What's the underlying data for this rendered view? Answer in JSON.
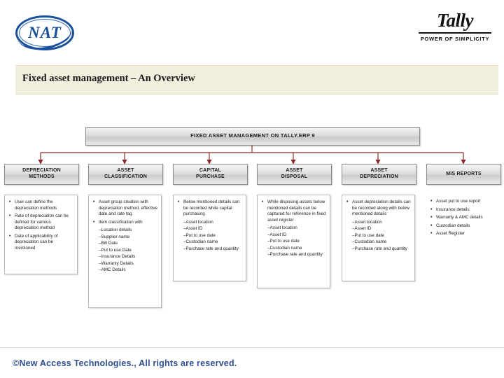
{
  "header": {
    "nat_logo_text": "NAT",
    "tally_logo_text": "Tally",
    "tally_tagline": "POWER OF SIMPLICITY"
  },
  "title": "Fixed asset management – An  Overview",
  "footer": {
    "copyright": "©New Access Technologies., All rights are reserved."
  },
  "chart_data": {
    "type": "diagram",
    "root": "FIXED ASSET MANAGEMENT ON TALLY.ERP 9",
    "columns": [
      {
        "heading": "DEPRECIATION\nMETHODS",
        "items": [
          {
            "type": "bullet",
            "text": "User can define the depreciation methods"
          },
          {
            "type": "bullet",
            "text": "Rate of depreciation can be defined for various depreciation method"
          },
          {
            "type": "bullet",
            "text": "Date of applicability of depreciation can be mentioned"
          }
        ]
      },
      {
        "heading": "ASSET\nCLASSIFICATION",
        "items": [
          {
            "type": "bullet",
            "text": "Asset group creation with depreciation method, effective date and rate tag"
          },
          {
            "type": "bullet",
            "text": "Item classification with"
          },
          {
            "type": "sub",
            "text": "Location details"
          },
          {
            "type": "sub",
            "text": "Supplier name"
          },
          {
            "type": "sub",
            "text": "Bill Date"
          },
          {
            "type": "sub",
            "text": "Put to use Date"
          },
          {
            "type": "sub",
            "text": "Insurance Details"
          },
          {
            "type": "sub",
            "text": "Warranty Details"
          },
          {
            "type": "sub",
            "text": "AMC Details"
          }
        ]
      },
      {
        "heading": "CAPITAL\nPURCHASE",
        "items": [
          {
            "type": "bullet",
            "text": "Below mentioned details can be recorded while capital purchasing"
          },
          {
            "type": "sub",
            "text": "Asset location"
          },
          {
            "type": "sub",
            "text": "Asset ID"
          },
          {
            "type": "sub",
            "text": "Put to use date"
          },
          {
            "type": "sub",
            "text": "Custodian name"
          },
          {
            "type": "sub",
            "text": "Purchase rate and quantity"
          }
        ]
      },
      {
        "heading": "ASSET\nDISPOSAL",
        "items": [
          {
            "type": "bullet",
            "text": "While disposing assets below mentioned details can be captured for reference in fixed asset register"
          },
          {
            "type": "sub",
            "text": "Asset location"
          },
          {
            "type": "sub",
            "text": "Asset ID"
          },
          {
            "type": "sub",
            "text": "Put to use date"
          },
          {
            "type": "sub",
            "text": "Custodian name"
          },
          {
            "type": "sub",
            "text": "Purchase rate and quantity"
          }
        ]
      },
      {
        "heading": "ASSET\nDEPRECIATION",
        "items": [
          {
            "type": "bullet",
            "text": "Asset depreciation details can be recorded along with below mentioned details"
          },
          {
            "type": "sub",
            "text": "Asset location"
          },
          {
            "type": "sub",
            "text": "Asset ID"
          },
          {
            "type": "sub",
            "text": "Put to use date"
          },
          {
            "type": "sub",
            "text": "Custodian name"
          },
          {
            "type": "sub",
            "text": "Purchase rate and quantity"
          }
        ]
      },
      {
        "heading": "MIS REPORTS",
        "items": [
          {
            "type": "bullet",
            "text": "Asset put to use report"
          },
          {
            "type": "bullet",
            "text": "Insurance details"
          },
          {
            "type": "bullet",
            "text": "Warranty & AMC details"
          },
          {
            "type": "bullet",
            "text": "Custodian details"
          },
          {
            "type": "bullet",
            "text": "Asset Register"
          }
        ]
      }
    ],
    "colors": {
      "connector": "#8B2B2B",
      "box_border": "#8a8a8a",
      "title_band": "#f2efdc",
      "footer_text": "#2f4f8f"
    }
  }
}
